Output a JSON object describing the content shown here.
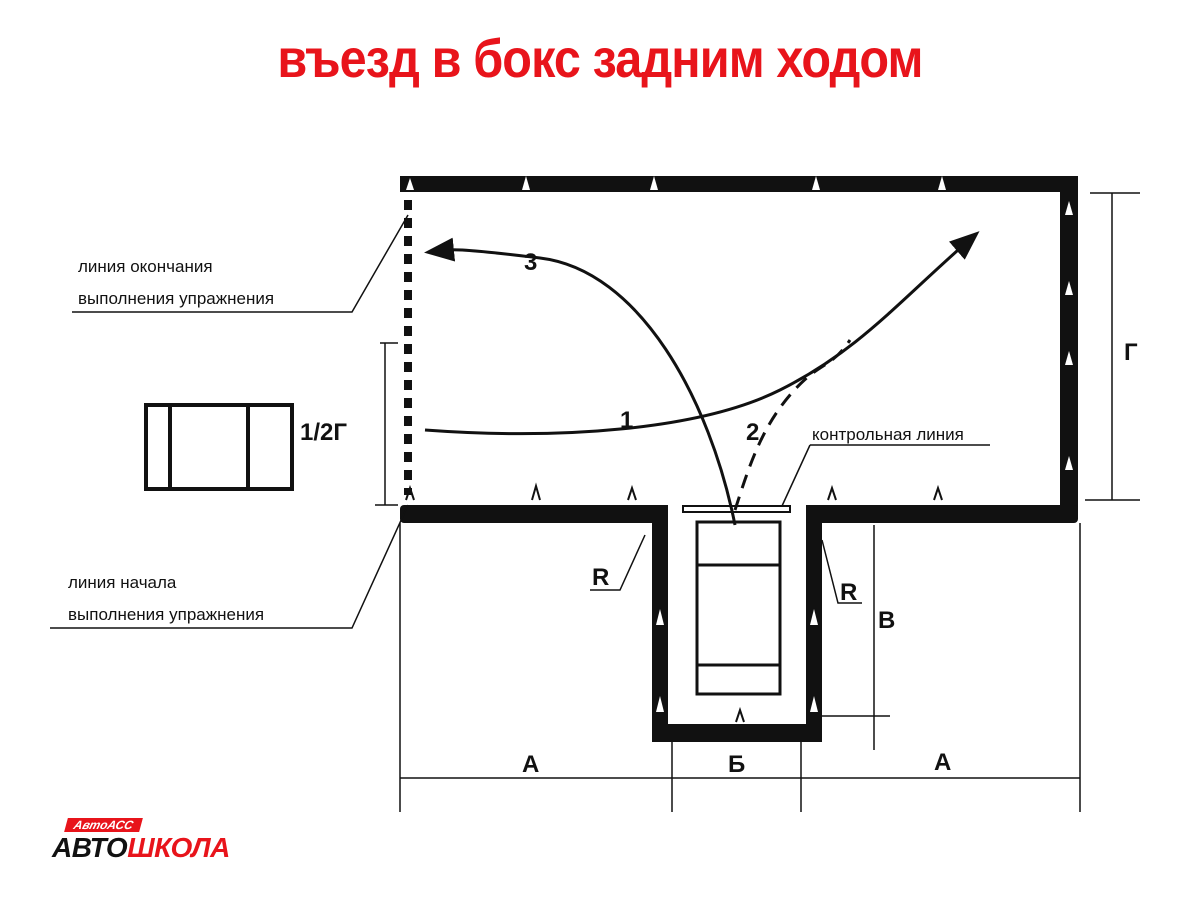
{
  "title": "въезд в бокс задним ходом",
  "labels": {
    "end_line_1": "линия окончания",
    "end_line_2": "выполнения упражнения",
    "start_line_1": "линия начала",
    "start_line_2": "выполнения  упражнения",
    "half_g": "1/2Г",
    "g": "Г",
    "control_line": "контрольная линия",
    "path1": "1",
    "path2": "2",
    "path3": "3",
    "r_left": "R",
    "r_right": "R",
    "v": "В",
    "a_left": "А",
    "b": "Б",
    "a_right": "А"
  },
  "logo": {
    "small": "АвтоАСС",
    "main_a": "АВТО",
    "main_b": "ШКОЛА"
  }
}
